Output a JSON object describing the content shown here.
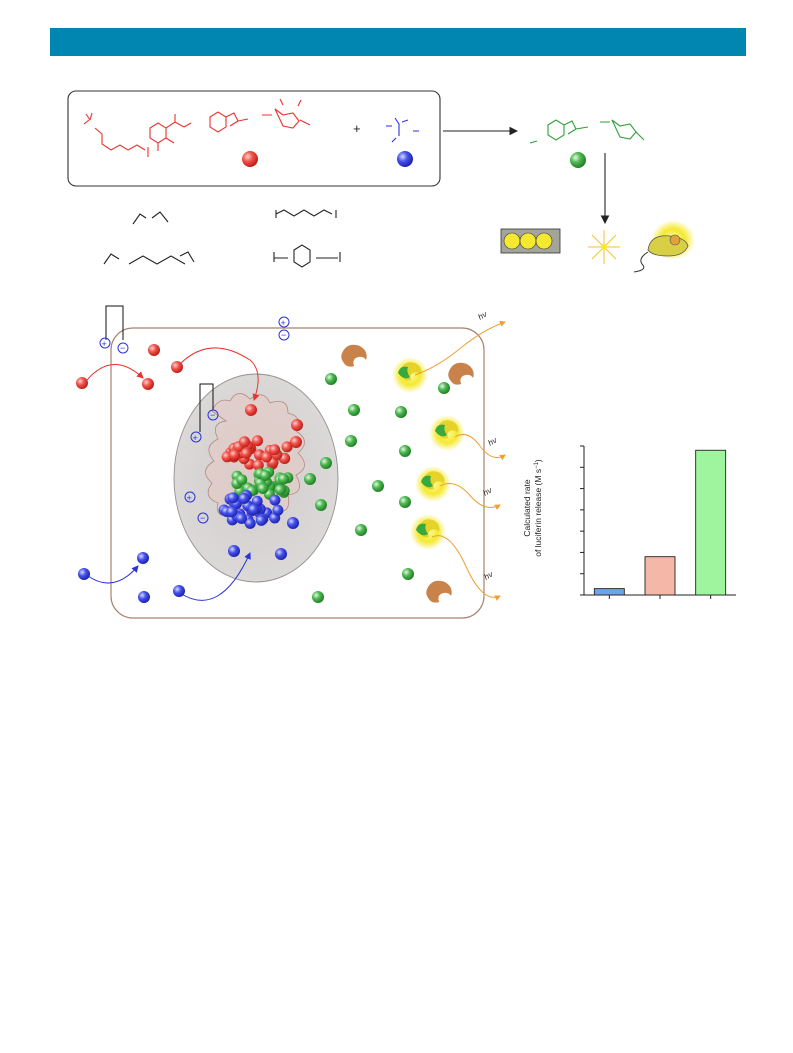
{
  "colors": {
    "header": "#0086b0",
    "probe": "#e8332e",
    "cysteine": "#2b33d8",
    "luciferin": "#2f9e3a",
    "cell_border": "#a98270",
    "nucleus": "#d9d5d5",
    "enzyme": "#c9824a",
    "glow": "#f5e92f",
    "bar_1": "#6fa2e8",
    "bar_2": "#f4b7a8",
    "bar_3": "#9ef59e"
  },
  "icons": [
    "plus-icon",
    "minus-icon",
    "cell-icon",
    "mouse-icon",
    "luciferase-icon",
    "light-burst-icon",
    "well-plate-icon"
  ],
  "reaction": {
    "plus_sign": "+"
  },
  "cell": {
    "hv_label": "hv",
    "plus_sign": "⊕",
    "minus_sign": "⊖"
  },
  "chart_data": {
    "type": "bar",
    "categories": [
      "",
      "",
      ""
    ],
    "values": [
      0.3,
      1.8,
      6.8
    ],
    "ylabel_line1": "Calculated rate",
    "ylabel_line2": "of luciferin release (M s",
    "ylabel_sup": "−1",
    "ylabel_close": ")",
    "ylim": [
      0,
      7
    ],
    "ticks": 7
  }
}
